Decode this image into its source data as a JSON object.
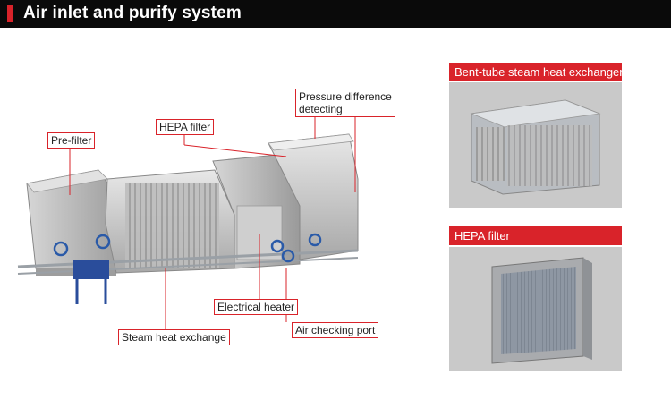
{
  "header": {
    "title": "Air inlet and purify system"
  },
  "callouts": {
    "pre_filter": "Pre-filter",
    "hepa_filter": "HEPA filter",
    "pressure_difference": "Pressure difference",
    "pressure_detecting": "detecting",
    "electrical_heater": "Electrical heater",
    "steam_heat_exchange": "Steam heat exchange",
    "air_checking_port": "Air checking port"
  },
  "panels": {
    "bent_tube": "Bent-tube steam heat exchanger",
    "hepa_filter": "HEPA filter"
  },
  "colors": {
    "accent": "#d9232a",
    "header_bg": "#0a0a0a"
  }
}
